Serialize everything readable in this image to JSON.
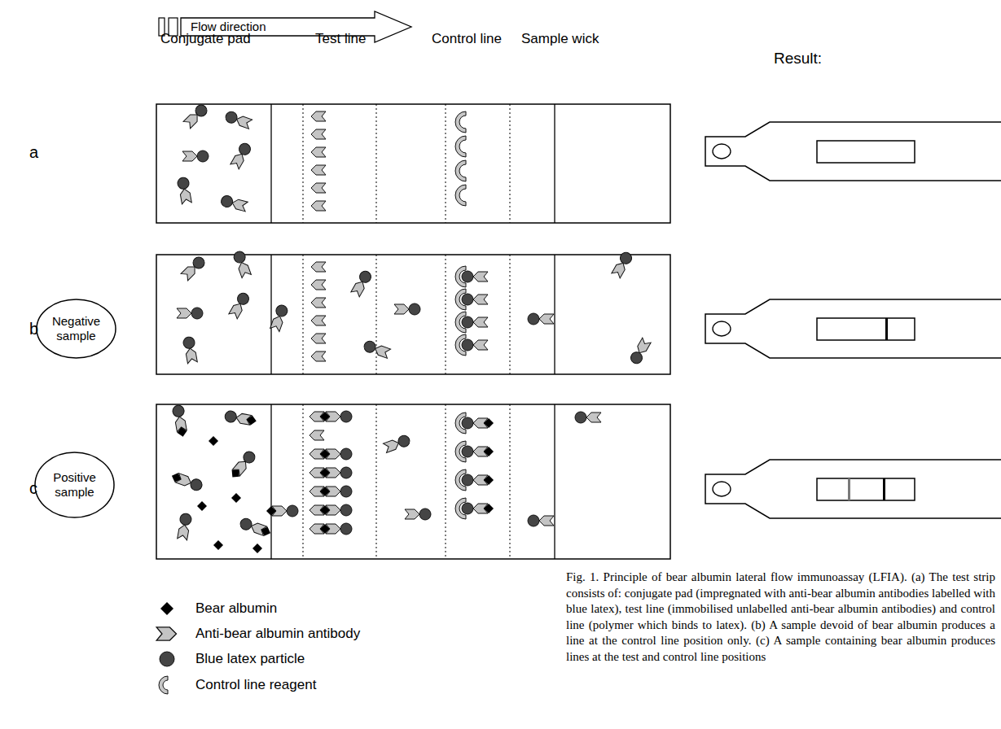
{
  "diagram": {
    "caption": "Fig. 1. Principle of bear albumin lateral flow immunoassay (LFIA). (a) The test strip consists of: conjugate pad (impregnated with anti-bear albumin antibodies labelled with blue latex), test line (immobilised unlabelled anti-bear albumin antibodies) and control line (polymer which binds to latex). (b) A sample devoid of bear albumin produces a line at the control line position only. (c) A sample containing bear albumin produces lines at the test and control line positions",
    "nodes": [
      {
        "text": [
          "Flow direction"
        ]
      },
      {
        "text": [
          "Negative sample"
        ]
      },
      {
        "text": [
          "Positive sample"
        ]
      }
    ],
    "labels": [
      "Conjugate pad",
      "Test line",
      "Control line",
      "Sample wick",
      "Result:",
      "a",
      "b",
      "c"
    ],
    "legend": [
      {
        "text": "Bear albumin"
      },
      {
        "text": "Anti-bear albumin antibody"
      },
      {
        "text": "Blue latex particle"
      },
      {
        "text": "Control line reagent"
      }
    ]
  }
}
